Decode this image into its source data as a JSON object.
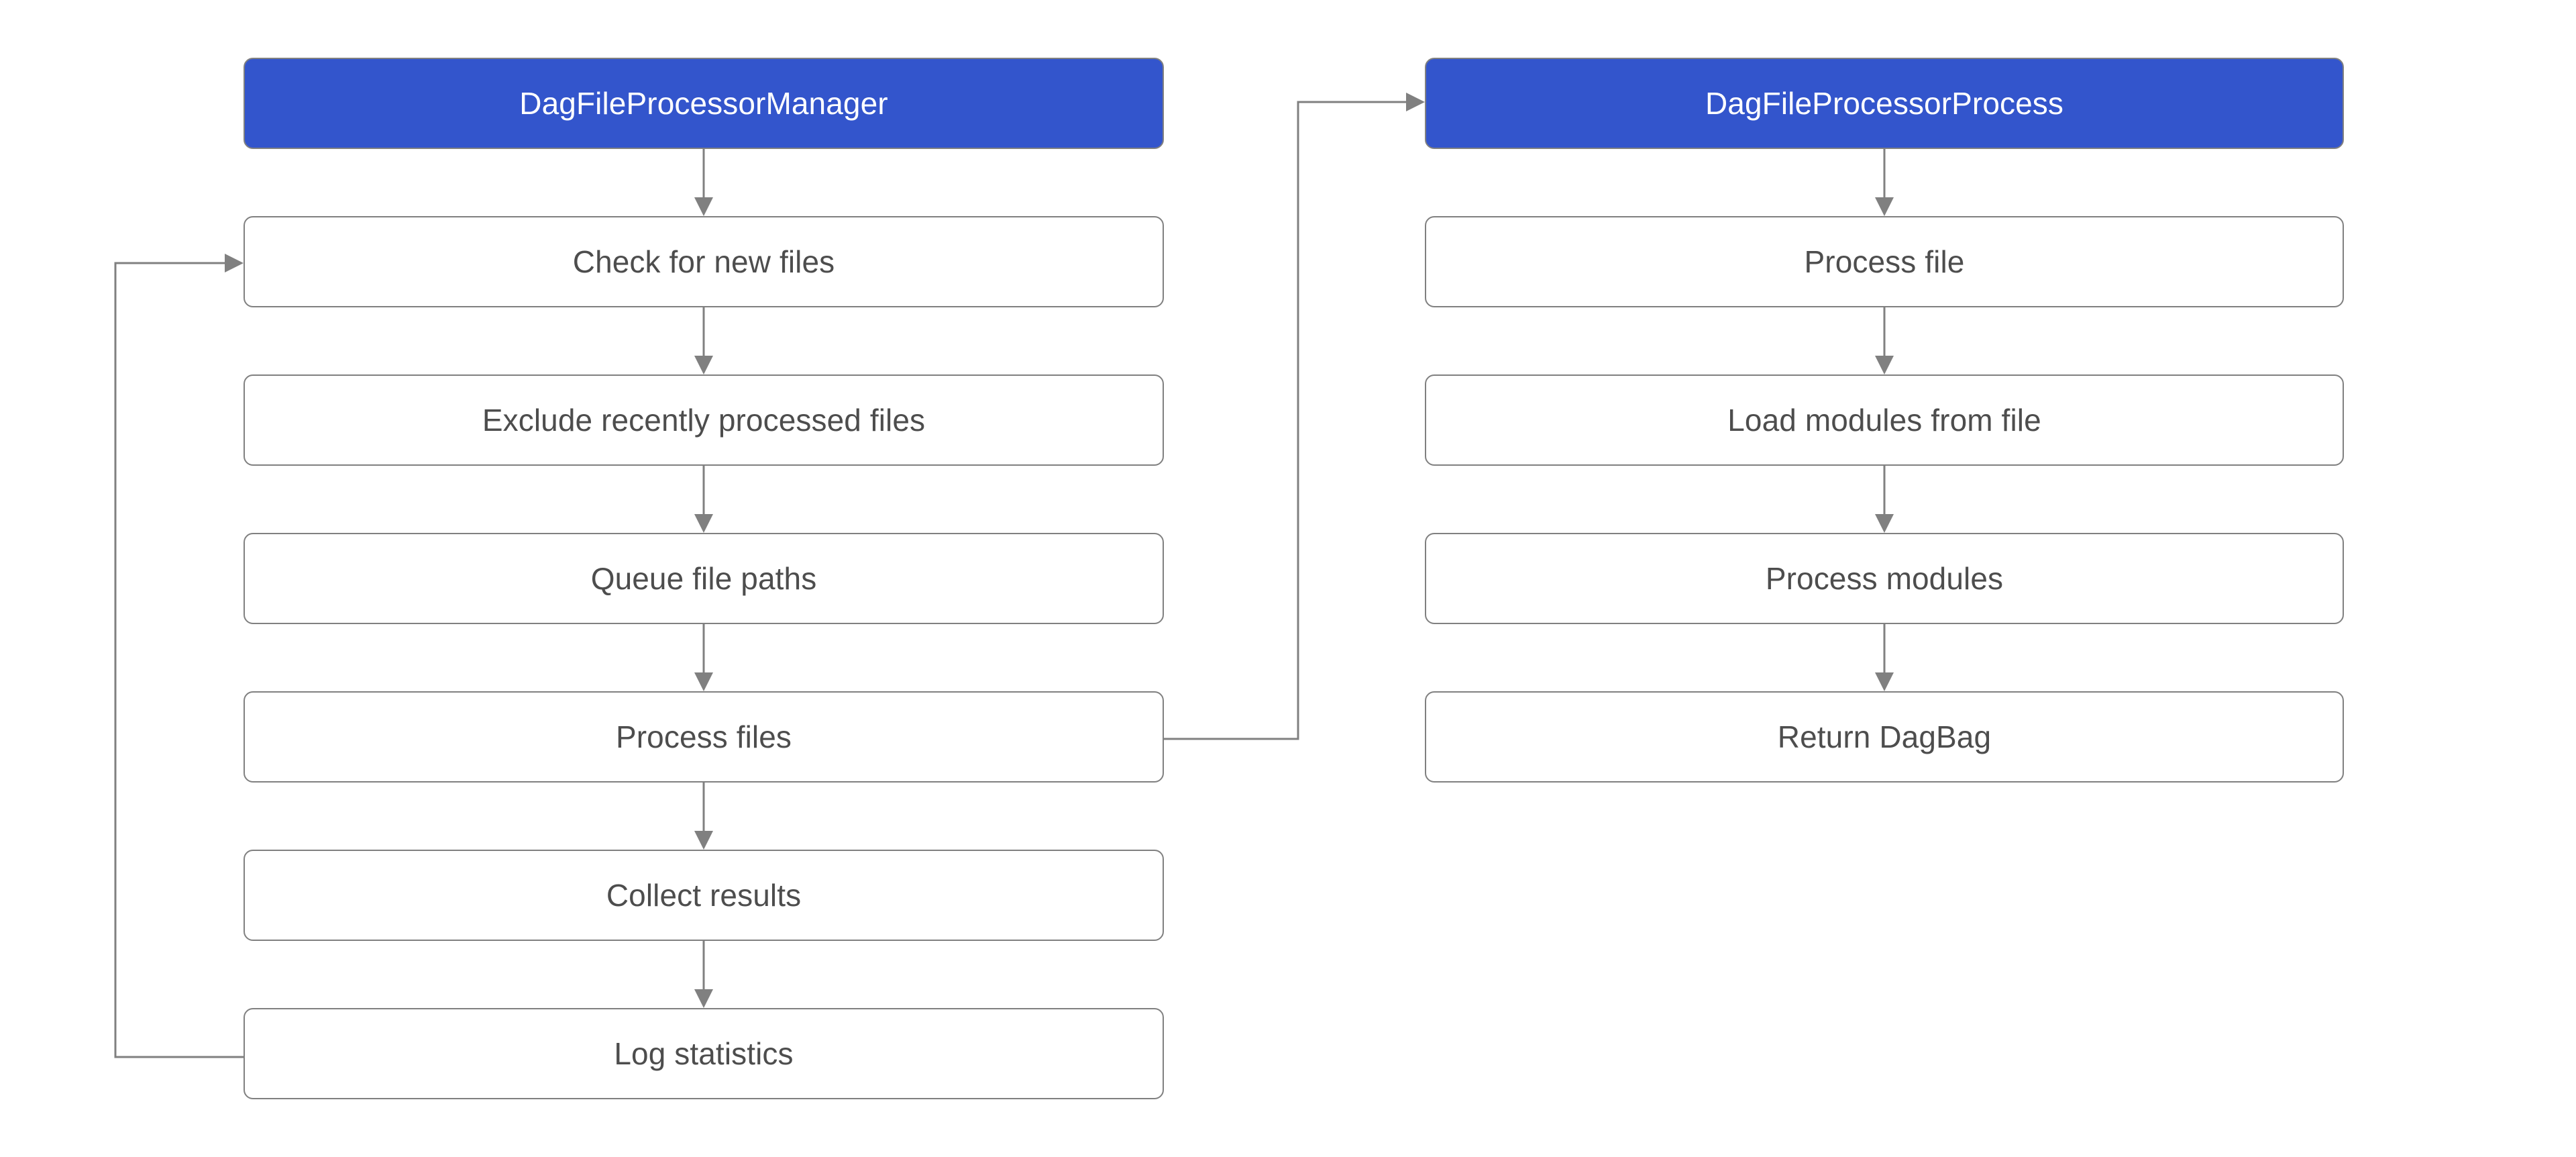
{
  "diagram": {
    "type": "flowchart",
    "orientation": "two-column-vertical",
    "background_color": "#ffffff",
    "edge_color": "#808080",
    "header_fill_color": "#3355cc",
    "header_text_color": "#ffffff",
    "node_fill_color": "#ffffff",
    "node_border_color": "#808080",
    "node_text_color": "#4d4d4d"
  },
  "columns": [
    {
      "id": "manager",
      "header": {
        "label": "DagFileProcessorManager"
      },
      "steps": [
        {
          "id": "check-for-new-files",
          "label": "Check for new files"
        },
        {
          "id": "exclude-recently-processed-files",
          "label": "Exclude recently processed files"
        },
        {
          "id": "queue-file-paths",
          "label": "Queue file paths"
        },
        {
          "id": "process-files",
          "label": "Process files"
        },
        {
          "id": "collect-results",
          "label": "Collect results"
        },
        {
          "id": "log-statistics",
          "label": "Log statistics"
        }
      ]
    },
    {
      "id": "processor",
      "header": {
        "label": "DagFileProcessorProcess"
      },
      "steps": [
        {
          "id": "process-file",
          "label": "Process file"
        },
        {
          "id": "load-modules-from-file",
          "label": "Load modules from file"
        },
        {
          "id": "process-modules",
          "label": "Process modules"
        },
        {
          "id": "return-dagbag",
          "label": "Return DagBag"
        }
      ]
    }
  ],
  "edges": [
    {
      "id": "manager-to-check",
      "from": "DagFileProcessorManager",
      "to": "Check for new files",
      "kind": "vertical-arrow"
    },
    {
      "id": "check-to-exclude",
      "from": "Check for new files",
      "to": "Exclude recently processed files",
      "kind": "vertical-arrow"
    },
    {
      "id": "exclude-to-queue",
      "from": "Exclude recently processed files",
      "to": "Queue file paths",
      "kind": "vertical-arrow"
    },
    {
      "id": "queue-to-process-files",
      "from": "Queue file paths",
      "to": "Process files",
      "kind": "vertical-arrow"
    },
    {
      "id": "process-files-to-collect",
      "from": "Process files",
      "to": "Collect results",
      "kind": "vertical-arrow"
    },
    {
      "id": "collect-to-log",
      "from": "Collect results",
      "to": "Log statistics",
      "kind": "vertical-arrow"
    },
    {
      "id": "log-to-check-loop",
      "from": "Log statistics",
      "to": "Check for new files",
      "kind": "feedback-loop-left"
    },
    {
      "id": "process-files-to-processor",
      "from": "Process files",
      "to": "DagFileProcessorProcess",
      "kind": "cross-column-orthogonal-arrow"
    },
    {
      "id": "processor-to-process-file",
      "from": "DagFileProcessorProcess",
      "to": "Process file",
      "kind": "vertical-arrow"
    },
    {
      "id": "process-file-to-load-modules",
      "from": "Process file",
      "to": "Load modules from file",
      "kind": "vertical-arrow"
    },
    {
      "id": "load-modules-to-process-modules",
      "from": "Load modules from file",
      "to": "Process modules",
      "kind": "vertical-arrow"
    },
    {
      "id": "process-modules-to-return-dagbag",
      "from": "Process modules",
      "to": "Return DagBag",
      "kind": "vertical-arrow"
    }
  ]
}
